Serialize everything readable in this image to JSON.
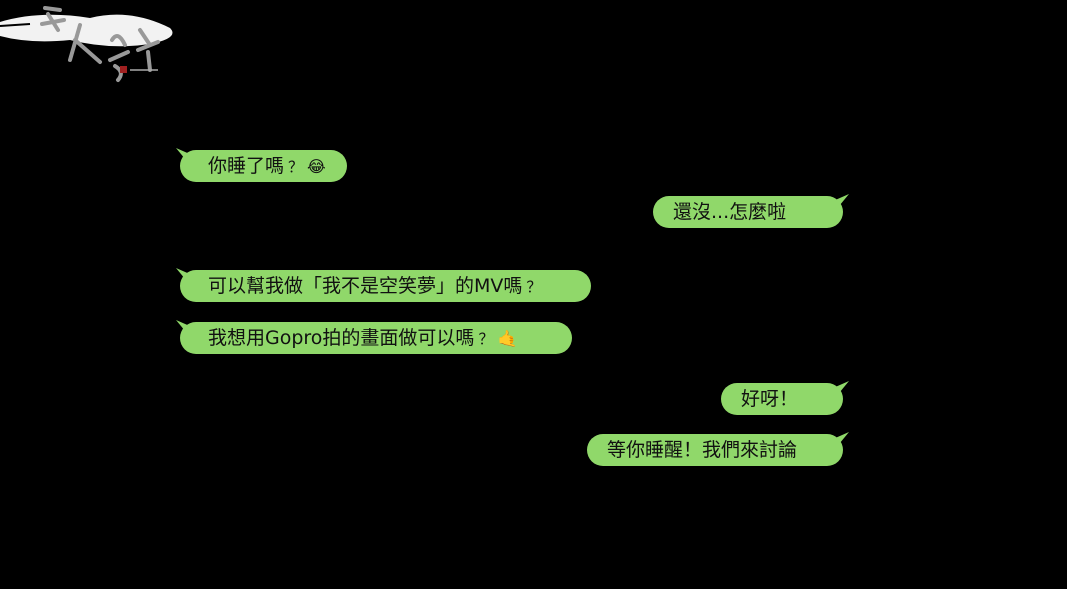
{
  "logo": {
    "text": "野火紀錄"
  },
  "colors": {
    "bubble": "#90d86a",
    "background": "#000000"
  },
  "messages": [
    {
      "side": "left",
      "text": "你睡了嗎",
      "suffix": "？",
      "emoji": "😂"
    },
    {
      "side": "right",
      "text": "還沒...怎麼啦"
    },
    {
      "side": "left",
      "text": "可以幫我做「我不是空笑夢」的MV嗎",
      "suffix": "？"
    },
    {
      "side": "left",
      "text": "我想用Gopro拍的畫面做可以嗎",
      "suffix": "？",
      "emoji": "🤙"
    },
    {
      "side": "right",
      "text": "好呀！"
    },
    {
      "side": "right",
      "text": "等你睡醒！我們來討論"
    }
  ]
}
